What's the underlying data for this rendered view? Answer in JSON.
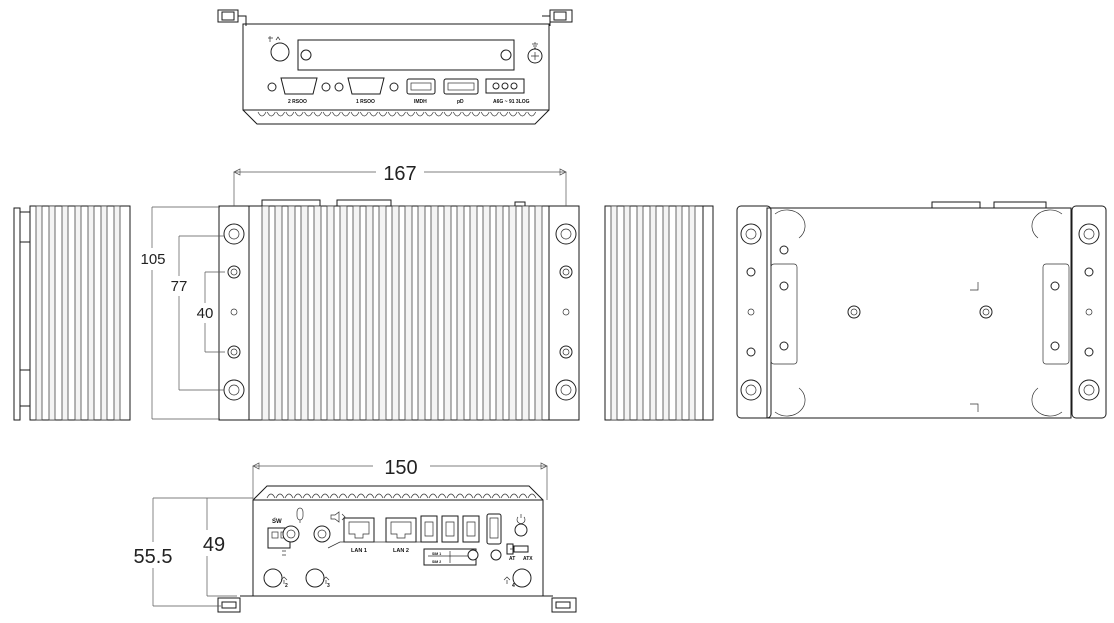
{
  "dimensions": {
    "width_top": "167",
    "height_side": "105",
    "hole_span_outer": "77",
    "hole_span_inner": "40",
    "width_front": "150",
    "height_total": "55.5",
    "height_body": "49"
  },
  "rear_panel_labels": {
    "com2": "2 RSOO",
    "com1": "1 RSOO",
    "hdmi": "IMDH",
    "dp": "pD",
    "power": "A6G ~ 91 3LOG"
  },
  "front_panel_labels": {
    "sw": "SW",
    "lan1": "LAN 1",
    "lan2": "LAN 2",
    "sim1": "SIM 1",
    "sim2": "SIM 2",
    "at": "AT",
    "atx": "ATX",
    "ant2": "2",
    "ant3": "3",
    "ant4": "4"
  },
  "icons": [
    "antenna-icon",
    "ground-icon",
    "microphone-icon",
    "audio-out-icon",
    "power-icon",
    "sim-icon"
  ],
  "colors": {
    "line": "#1a1a1a",
    "fin_fill": "#f4f4f4",
    "background": "#ffffff"
  }
}
